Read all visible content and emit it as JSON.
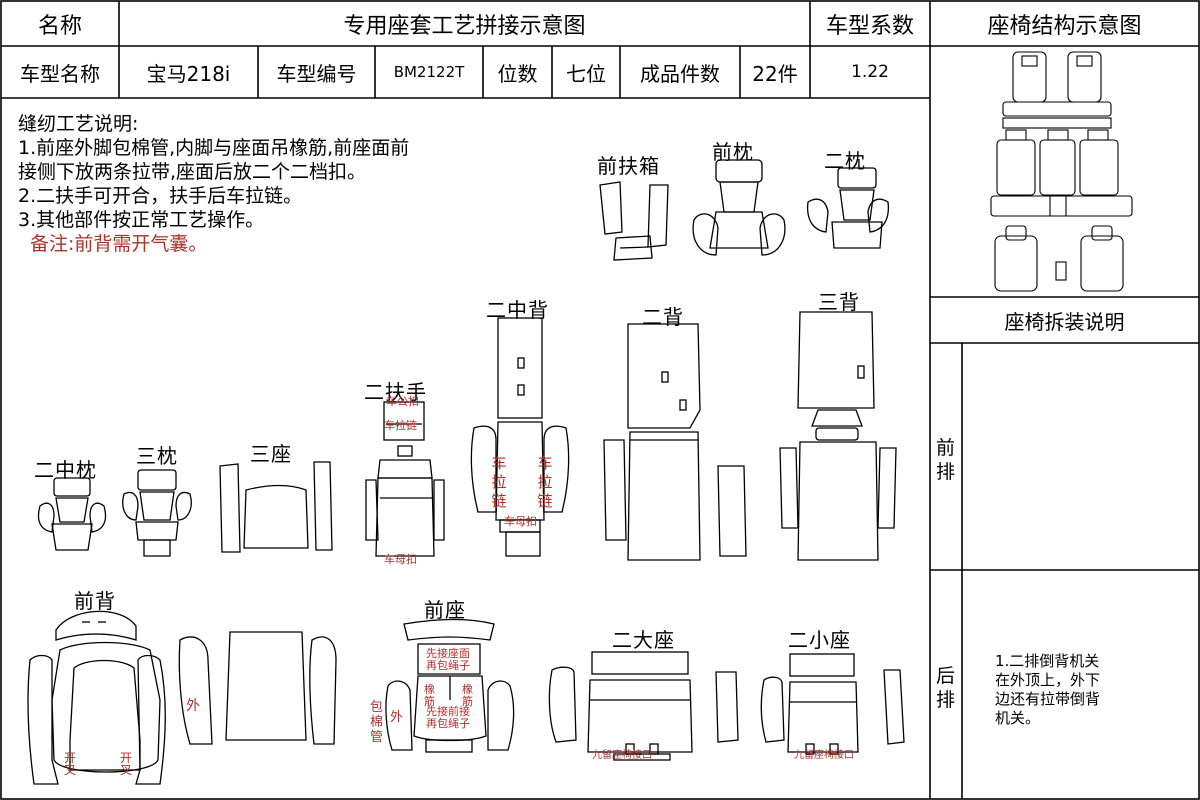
{
  "header": {
    "name_label": "名称",
    "title": "专用座套工艺拼接示意图",
    "coef_label": "车型系数",
    "structure_title": "座椅结构示意图"
  },
  "info_row": {
    "model_name_label": "车型名称",
    "model_name": "宝马218i",
    "model_code_label": "车型编号",
    "model_code": "BM2122T",
    "seats_label": "位数",
    "seats": "七位",
    "pieces_label": "成品件数",
    "pieces": "22件",
    "coef": "1.22"
  },
  "notes": {
    "title": "缝纫工艺说明:",
    "line1a": "1.前座外脚包棉管,内脚与座面吊橡筋,前座面前",
    "line1b": "接侧下放两条拉带,座面后放二个二档扣。",
    "line2": "2.二扶手可开合，扶手后车拉链。",
    "line3": "3.其他部件按正常工艺操作。",
    "remark": "备注:前背需开气囊。"
  },
  "side": {
    "disassembly_title": "座椅拆装说明",
    "front_row": "前排",
    "rear_row": "后排",
    "rear_note_1": "1.二排倒背机关",
    "rear_note_2": "在外顶上，外下",
    "rear_note_3": "边还有拉带倒背",
    "rear_note_4": "机关。"
  },
  "parts": {
    "front_armrest_box": "前扶箱",
    "front_pillow": "前枕",
    "second_pillow": "二枕",
    "second_middle_back": "二中背",
    "second_back": "二背",
    "third_back": "三背",
    "second_armrest": "二扶手",
    "second_middle_pillow": "二中枕",
    "third_pillow": "三枕",
    "third_seat": "三座",
    "front_back": "前背",
    "front_seat": "前座",
    "second_big_seat": "二大座",
    "second_small_seat": "二小座"
  },
  "annotations": {
    "armrest_tag_1": "车公扣",
    "armrest_tag_2": "车拉链",
    "armrest_tag_3": "车母扣",
    "mid_back_zip_left": "车拉链",
    "mid_back_zip_right": "车拉链",
    "mid_back_tag": "车母扣",
    "front_back_outer": "外",
    "front_back_open_left": "开叉",
    "front_back_open_right": "开叉",
    "front_seat_tag_1a": "先接座面",
    "front_seat_tag_1b": "再包绳子",
    "front_seat_elastic_left": "橡筋",
    "front_seat_elastic_right": "橡筋",
    "front_seat_tag_2a": "先接前接",
    "front_seat_tag_2b": "再包绳子",
    "front_seat_cotton_tube": "包棉管",
    "front_seat_outer": "外",
    "big_seat_tag": "九留座椅接口",
    "small_seat_tag": "九留座椅接口"
  },
  "colors": {
    "line": "#000000",
    "annotation": "#b0302a"
  }
}
